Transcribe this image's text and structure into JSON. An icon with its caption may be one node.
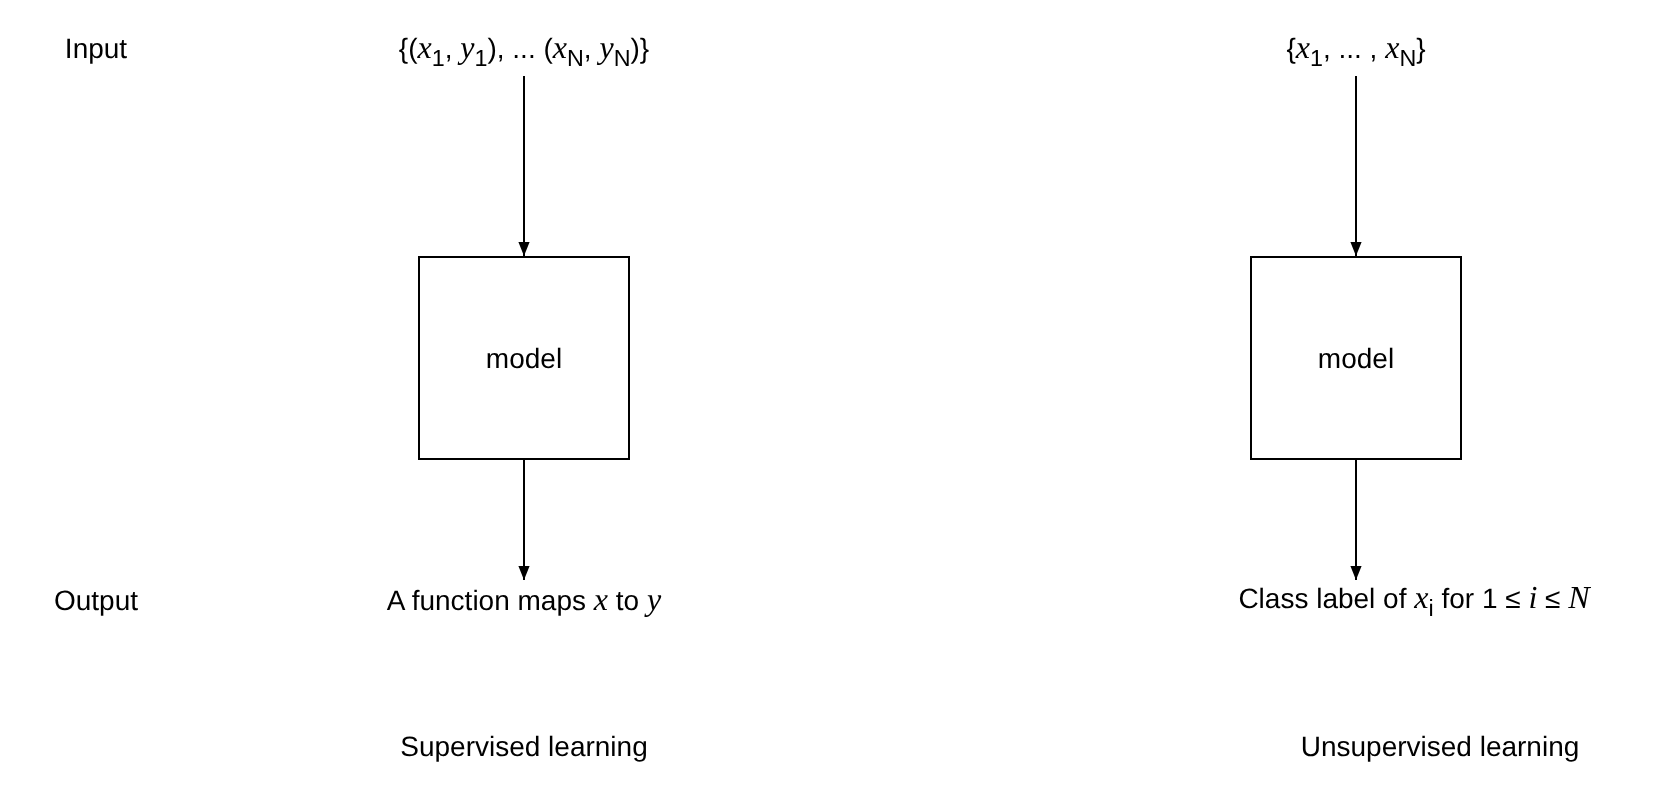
{
  "diagram": {
    "nodes": [
      {
        "text": [
          "{(*x*$_{1}$, *y*$_{1}$), ... (*x*$_{N}$, *y*$_{N}$)}"
        ]
      },
      {
        "text": [
          "model"
        ]
      },
      {
        "text": [
          "A function maps *x* to *y*"
        ]
      },
      {
        "text": [
          "{*x*$_{1}$, ... , *x*$_{N}$}"
        ]
      },
      {
        "text": [
          "model"
        ]
      },
      {
        "text": [
          "Class label of *x*$_{i}$ for 1 ≤ *i* ≤ *N*"
        ]
      }
    ],
    "edges": [
      {
        "from": 0,
        "to": 1,
        "arrow": "to"
      },
      {
        "from": 1,
        "to": 2,
        "arrow": "to"
      },
      {
        "from": 3,
        "to": 4,
        "arrow": "to"
      },
      {
        "from": 4,
        "to": 5,
        "arrow": "to"
      }
    ],
    "labels": [
      "Input",
      "Output",
      "Supervised learning",
      "Unsupervised learning"
    ]
  }
}
